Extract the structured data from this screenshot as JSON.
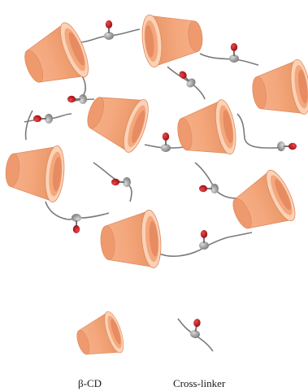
{
  "legend": {
    "cyclodextrin_label": "β-CD",
    "crosslinker_label": "Cross-linker"
  },
  "colors": {
    "cup_fill": "#F4A77C",
    "cup_light": "#FBD2B6",
    "cup_dark": "#D9825A",
    "cup_inner": "#E78C62",
    "chain": "#777777",
    "linker_node": "#9A9A9A",
    "oxygen": "#C8161D"
  },
  "icons": {
    "cyclodextrin": "truncated-cone-cup",
    "crosslinker": "chain-with-carbonyl"
  }
}
